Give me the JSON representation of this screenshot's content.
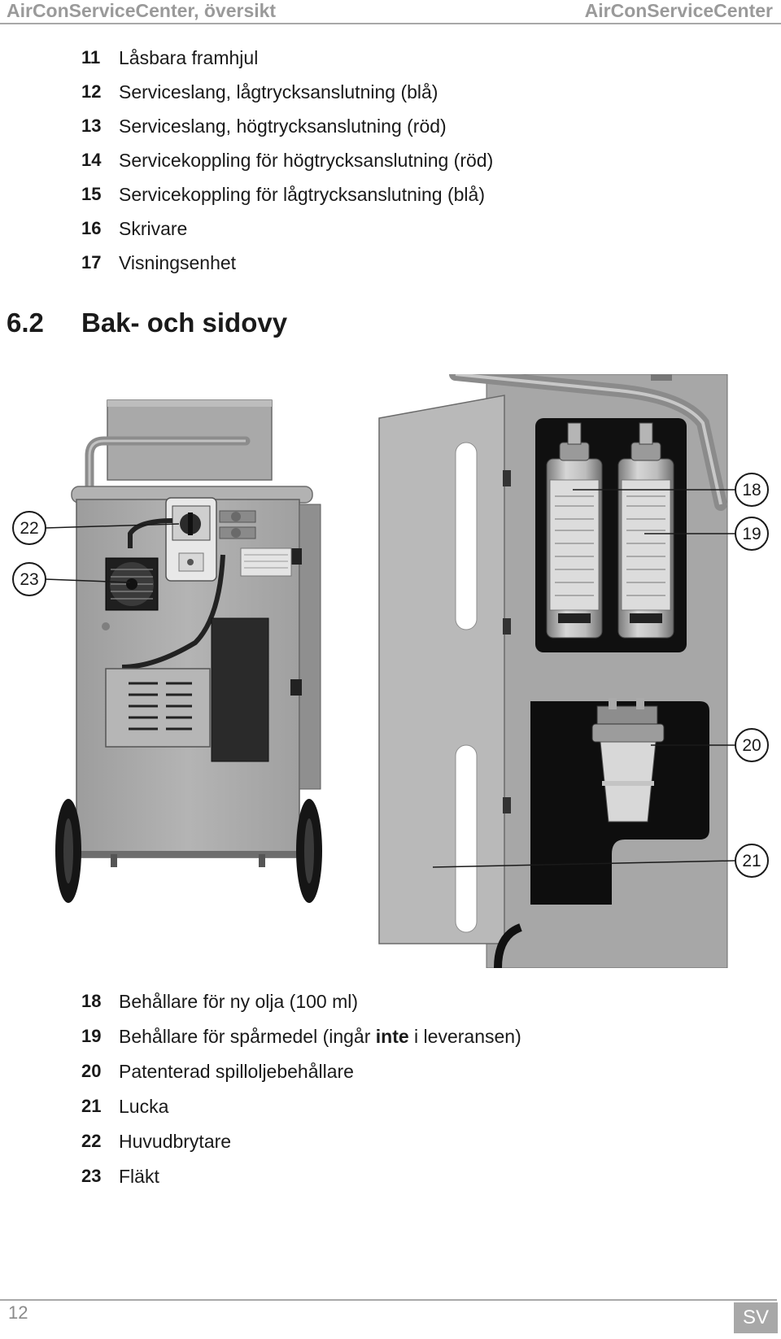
{
  "header": {
    "left_title": "AirConServiceCenter, översikt",
    "right_title": "AirConServiceCenter"
  },
  "list_front": [
    {
      "num": "11",
      "text": "Låsbara framhjul"
    },
    {
      "num": "12",
      "text": "Serviceslang, lågtrycksanslutning (blå)"
    },
    {
      "num": "13",
      "text": "Serviceslang, högtrycksanslutning (röd)"
    },
    {
      "num": "14",
      "text": "Servicekoppling för högtrycksanslutning (röd)"
    },
    {
      "num": "15",
      "text": "Servicekoppling för lågtrycksanslutning (blå)"
    },
    {
      "num": "16",
      "text": "Skrivare"
    },
    {
      "num": "17",
      "text": "Visningsenhet"
    }
  ],
  "section": {
    "num": "6.2",
    "title": "Bak- och sidovy"
  },
  "figure": {
    "callouts": {
      "c18": "18",
      "c19": "19",
      "c20": "20",
      "c21": "21",
      "c22": "22",
      "c23": "23"
    }
  },
  "list_back": {
    "i18": {
      "num": "18",
      "text": "Behållare för ny olja (100 ml)"
    },
    "i19": {
      "num": "19",
      "pre": "Behållare för spårmedel (ingår ",
      "bold": "inte",
      "post": " i leveransen)"
    },
    "i20": {
      "num": "20",
      "text": "Patenterad spilloljebehållare"
    },
    "i21": {
      "num": "21",
      "text": "Lucka"
    },
    "i22": {
      "num": "22",
      "text": "Huvudbrytare"
    },
    "i23": {
      "num": "23",
      "text": "Fläkt"
    }
  },
  "footer": {
    "page": "12",
    "lang": "SV"
  }
}
